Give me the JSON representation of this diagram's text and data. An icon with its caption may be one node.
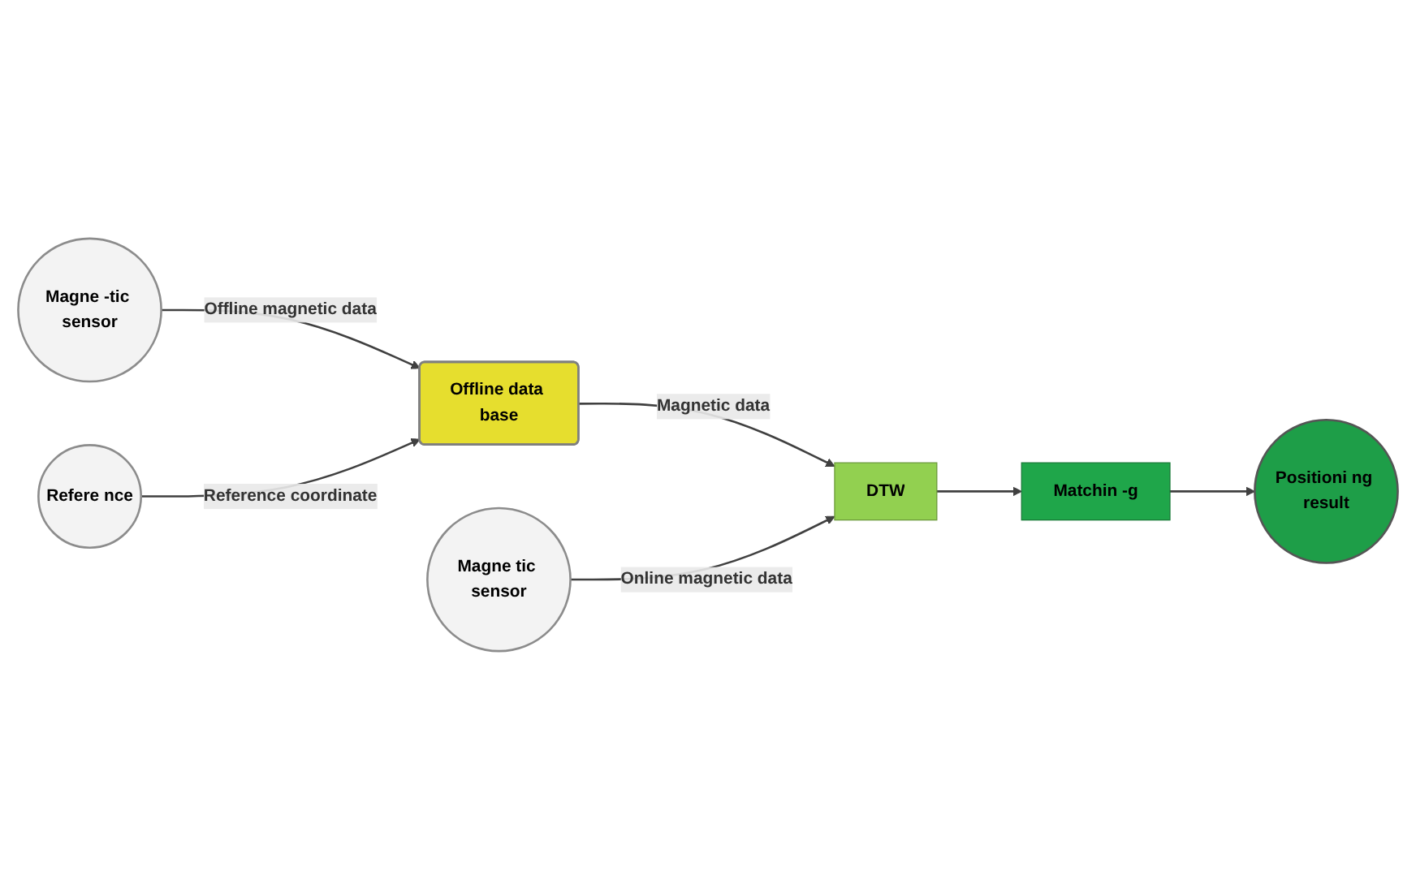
{
  "diagram": {
    "nodes": [
      {
        "text": [
          "Magne -tic sensor"
        ]
      },
      {
        "text": [
          "Offline data base"
        ]
      },
      {
        "text": [
          "DTW"
        ]
      },
      {
        "text": [
          "Magne tic sensor"
        ]
      },
      {
        "text": [
          "Refere nce"
        ]
      },
      {
        "text": [
          "Matchin -g"
        ]
      },
      {
        "text": [
          "Positioni ng result"
        ]
      }
    ],
    "edges": [
      {
        "from": 0,
        "to": 1,
        "arrow": "to",
        "label": "Offline magnetic data"
      },
      {
        "from": 4,
        "to": 1,
        "arrow": "to",
        "label": "Reference coordinate"
      },
      {
        "from": 1,
        "to": 2,
        "arrow": "to",
        "label": "Magnetic data"
      },
      {
        "from": 3,
        "to": 2,
        "arrow": "to",
        "label": "Online magnetic data"
      },
      {
        "from": 2,
        "to": 5,
        "arrow": "to"
      },
      {
        "from": 5,
        "to": 6,
        "arrow": "to"
      }
    ]
  }
}
